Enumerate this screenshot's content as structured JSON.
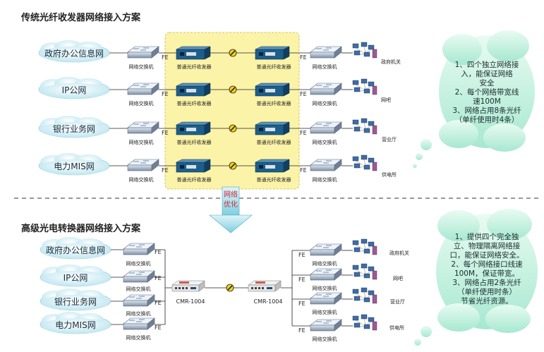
{
  "section1": {
    "title": "传统光纤收发器网络接入方案",
    "rows": [
      {
        "left_network": "政府办公信息网",
        "switch_label": "网络交换机",
        "transceiver_label": "普通光纤收发器",
        "right_site": "政府机关"
      },
      {
        "left_network": "IP公网",
        "switch_label": "网络交换机",
        "transceiver_label": "普通光纤收发器",
        "right_site": "网吧"
      },
      {
        "left_network": "银行业务网",
        "switch_label": "网络交换机",
        "transceiver_label": "普通光纤收发器",
        "right_site": "营业厅"
      },
      {
        "left_network": "电力MIS网",
        "switch_label": "网络交换机",
        "transceiver_label": "普通光纤收发器",
        "right_site": "供电所"
      }
    ],
    "fe_label": "FE",
    "notes": [
      "1、四个独立网络接",
      "入，能保证网络",
      "安全",
      "2、每个网络带宽线",
      "速100M",
      "3、网络占用8条光纤",
      "（单纤使用时4条）"
    ]
  },
  "arrow_label": [
    "网络",
    "优化"
  ],
  "section2": {
    "title": "高级光电转换器网络接入方案",
    "left_networks": [
      "政府办公信息网",
      "IP公网",
      "银行业务网",
      "电力MIS网"
    ],
    "right_sites": [
      "政府机关",
      "网吧",
      "营业厅",
      "供电所"
    ],
    "switch_label": "网络交换机",
    "fe_label": "FE",
    "converter_left": "CMR-1004",
    "converter_right": "CMR-1004",
    "notes": [
      "1、提供四个完全独",
      "立、物理隔离网络接",
      "口，能保证网络安全。",
      "2、每个网络接口线速",
      "100M，保证带宽。",
      "3、网络占用2条光纤",
      "（单纤使用时条）",
      "节省光纤资源。"
    ]
  }
}
